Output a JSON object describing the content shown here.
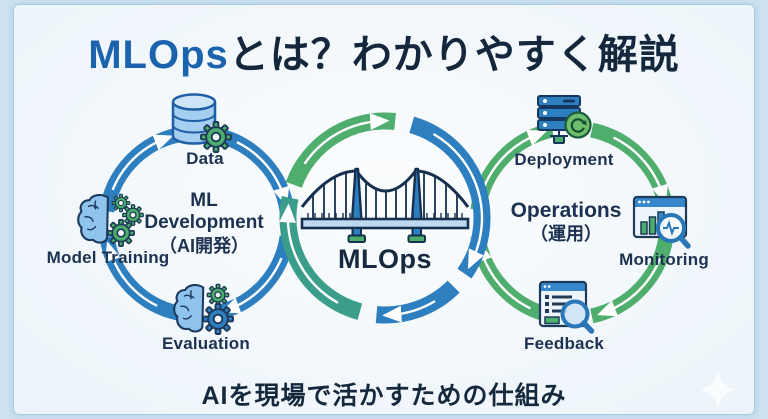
{
  "title": {
    "highlight": "MLOps",
    "rest": "とは？わかりやすく解説"
  },
  "caption": "AIを現場で活かすための仕組み",
  "colors": {
    "blue": "#2e7fc0",
    "green": "#4fae6d",
    "teal": "#3a9e8a",
    "navy": "#1d3150"
  },
  "development_cycle": {
    "line1": "ML",
    "line2": "Development",
    "line3": "（AI開発）",
    "nodes": {
      "top": "Data",
      "left": "Model Training",
      "bottom": "Evaluation"
    }
  },
  "mlops": {
    "label": "MLOps"
  },
  "operations_cycle": {
    "line1": "Operations",
    "line2": "（運用）",
    "nodes": {
      "top": "Deployment",
      "right": "Monitoring",
      "bottom": "Feedback"
    }
  }
}
